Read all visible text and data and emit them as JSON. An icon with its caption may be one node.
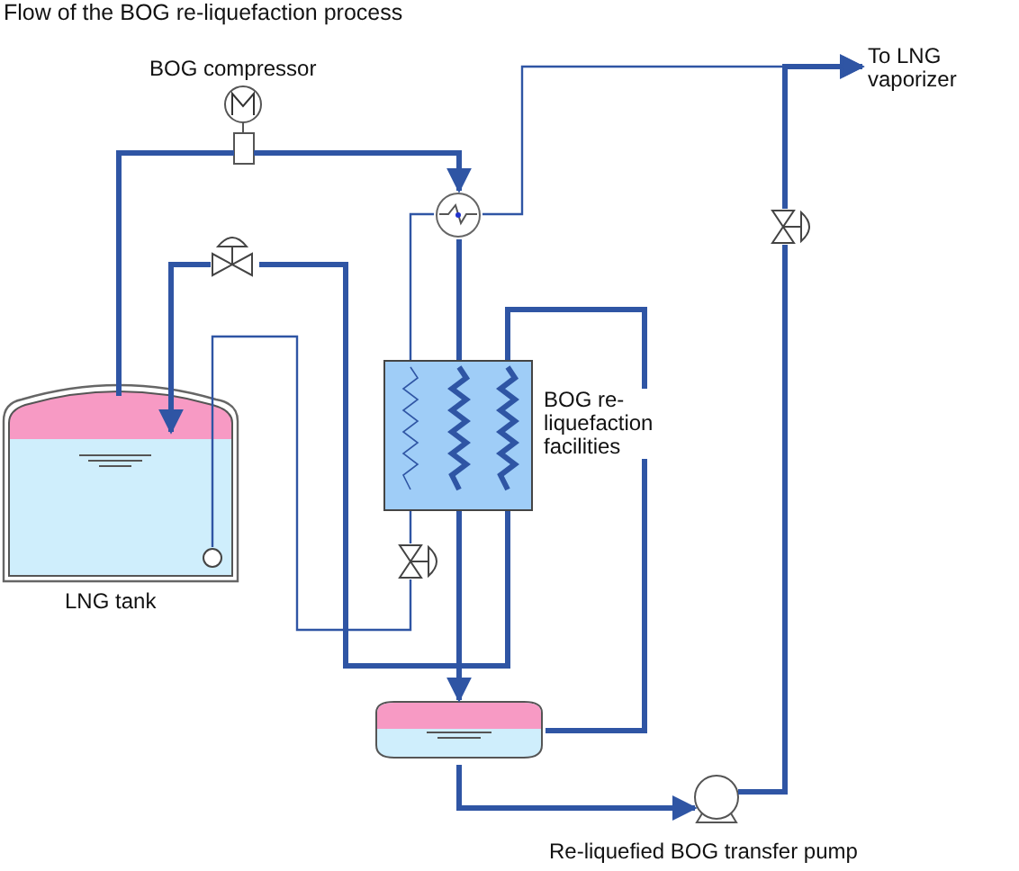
{
  "diagram": {
    "title": "Flow of the BOG re-liquefaction process",
    "nodes": [
      {
        "text": [
          "LNG tank"
        ]
      },
      {
        "text": [
          "BOG compressor"
        ]
      },
      {
        "text": [],
        "shape": "circle"
      },
      {
        "text": [
          "BOG re-liquefaction facilities"
        ]
      },
      {
        "text": [],
        "shape": "cylinder"
      },
      {
        "text": [
          "Re-liquefied BOG transfer pump"
        ]
      },
      {
        "text": [
          "To LNG vaporizer"
        ]
      },
      {
        "text": [],
        "shape": "valve"
      },
      {
        "text": [],
        "shape": "valve"
      },
      {
        "text": [],
        "shape": "valve"
      }
    ],
    "edges": [
      {
        "from": 0,
        "to": 1,
        "arrow": "none"
      },
      {
        "from": 1,
        "to": 2,
        "arrow": "to"
      },
      {
        "from": 2,
        "to": 3,
        "arrow": "none"
      },
      {
        "from": 3,
        "to": 4,
        "arrow": "to"
      },
      {
        "from": 3,
        "to": 7,
        "arrow": "none"
      },
      {
        "from": 7,
        "to": 0,
        "arrow": "to"
      },
      {
        "from": 4,
        "to": 5,
        "arrow": "to"
      },
      {
        "from": 4,
        "to": 3,
        "arrow": "none"
      },
      {
        "from": 5,
        "to": 9,
        "arrow": "none"
      },
      {
        "from": 9,
        "to": 6,
        "arrow": "to"
      },
      {
        "from": 0,
        "to": 8,
        "arrow": "none"
      },
      {
        "from": 8,
        "to": 3,
        "arrow": "none"
      },
      {
        "from": 3,
        "to": 2,
        "arrow": "none"
      },
      {
        "from": 2,
        "to": 6,
        "arrow": "to"
      }
    ]
  }
}
